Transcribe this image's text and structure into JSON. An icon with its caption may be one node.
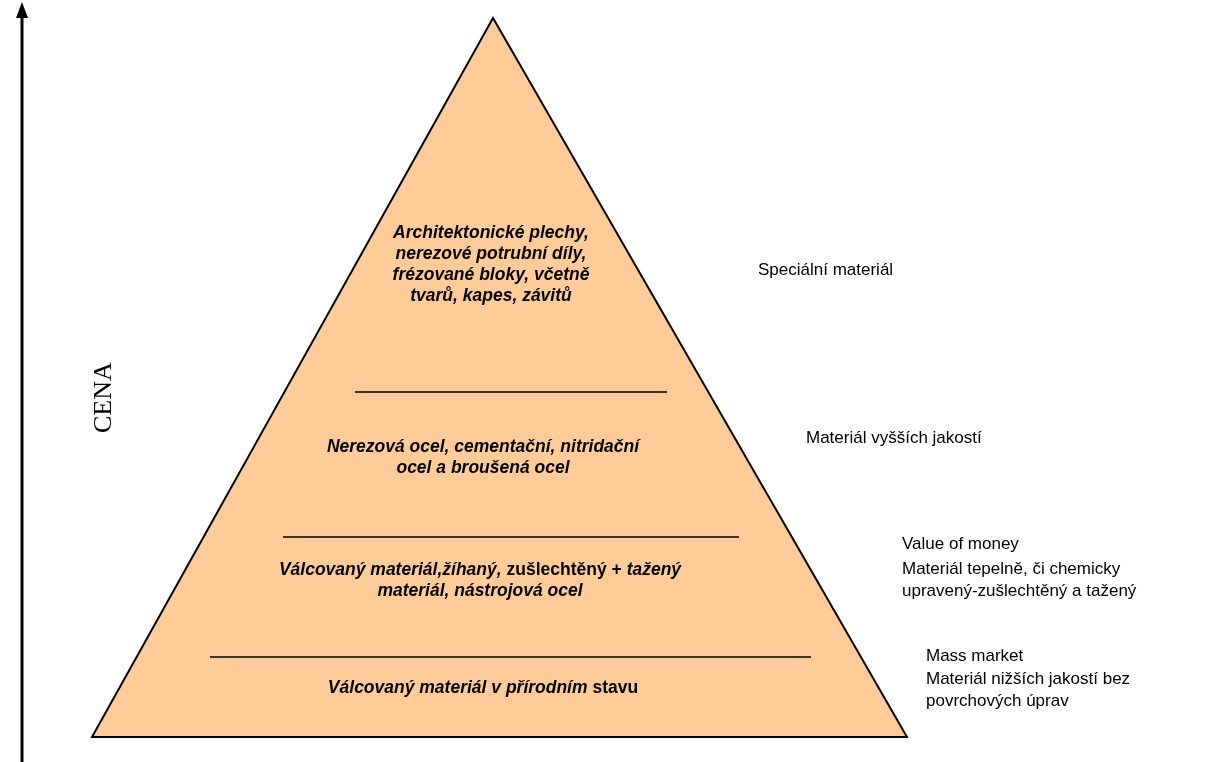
{
  "diagram": {
    "nodes": [
      {
        "text": [
          "Architektonické plechy, nerezové potrubní díly, frézované bloky, včetně tvarů, kapes, závitů"
        ],
        "beside": [
          "Speciální materiál"
        ]
      },
      {
        "text": [
          "Nerezová ocel, cementační, nitridační ocel a broušená ocel"
        ],
        "beside": [
          "Materiál vyšších jakostí"
        ]
      },
      {
        "text": [
          "*Válcovaný materiál,žíhaný,* zušlechtěný + *tažený materiál, nástrojová ocel*"
        ],
        "beside": [
          "Value of money",
          "Materiál tepelně, či chemicky upravený-zušlechtěný a tažený"
        ]
      },
      {
        "text": [
          "*Válcovaný materiál v přírodním* stavu"
        ],
        "beside": [
          "Mass market",
          "Materiál nižších jakostí bez povrchových úprav"
        ]
      }
    ],
    "edges": [],
    "labels": [
      "CENA"
    ]
  }
}
